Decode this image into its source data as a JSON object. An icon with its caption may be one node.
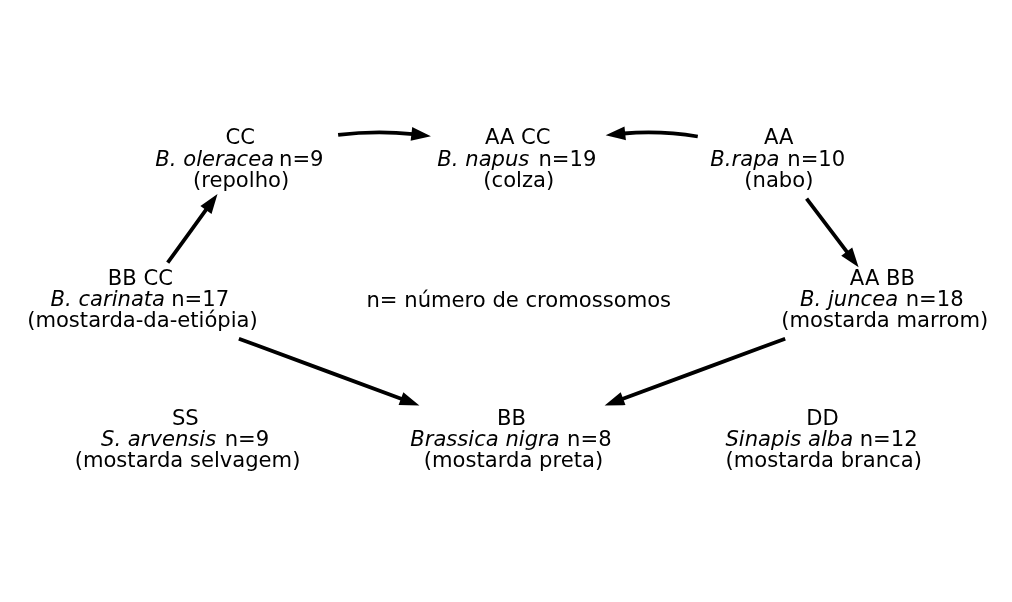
{
  "diagram": {
    "nodes": [
      {
        "text": [
          "SS",
          "*S. arvensis* n=9",
          "(mostarda selvagem)"
        ]
      },
      {
        "text": [
          "BB",
          "*Brassica nigra* n=8",
          "(mostarda preta)"
        ]
      },
      {
        "text": [
          "DD",
          "*Sinapis alba* n=12",
          "(mostarda branca)"
        ]
      },
      {
        "text": [
          "BB CC",
          "*B. carinata* n=17",
          "(mostarda-da-etiópia)"
        ]
      },
      {
        "text": [
          "AA BB",
          "*B. juncea* n=18",
          "(mostarda marrom)"
        ]
      },
      {
        "text": [
          "CC",
          "*B. oleracea* n=9",
          "(repolho)"
        ]
      },
      {
        "text": [
          "AA CC",
          "*B. napus* n=19",
          "(colza)"
        ]
      },
      {
        "text": [
          "AA",
          "*B.rapa* n=10",
          "(nabo)"
        ]
      }
    ],
    "edges": [
      {
        "from": 3,
        "to": 1,
        "arrow": "to"
      },
      {
        "from": 4,
        "to": 1,
        "arrow": "to"
      },
      {
        "from": 3,
        "to": 5,
        "arrow": "to"
      },
      {
        "from": 7,
        "to": 4,
        "arrow": "to"
      },
      {
        "from": 5,
        "to": 6,
        "arrow": "to"
      },
      {
        "from": 7,
        "to": 6,
        "arrow": "to"
      }
    ],
    "labels": [
      "n= número de cromossomos"
    ]
  }
}
